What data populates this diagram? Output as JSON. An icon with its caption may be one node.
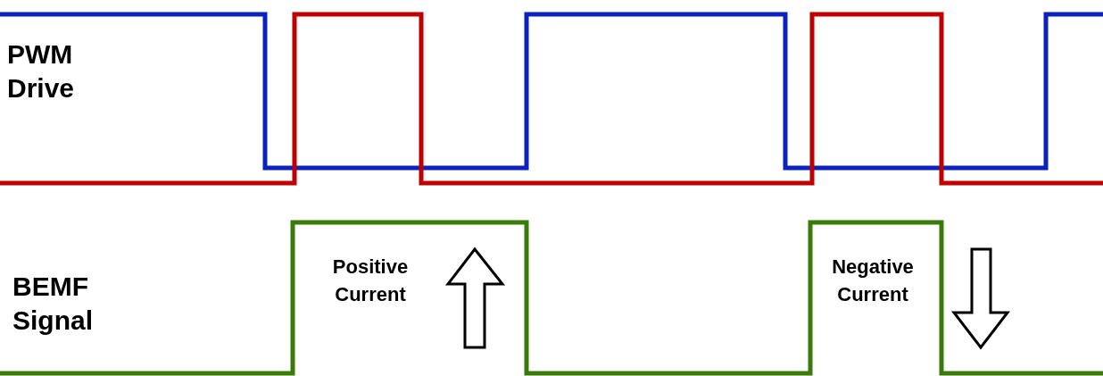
{
  "diagram": {
    "labels": [
      "PWM Drive",
      "BEMF Signal",
      "Positive Current",
      "Negative Current"
    ]
  }
}
